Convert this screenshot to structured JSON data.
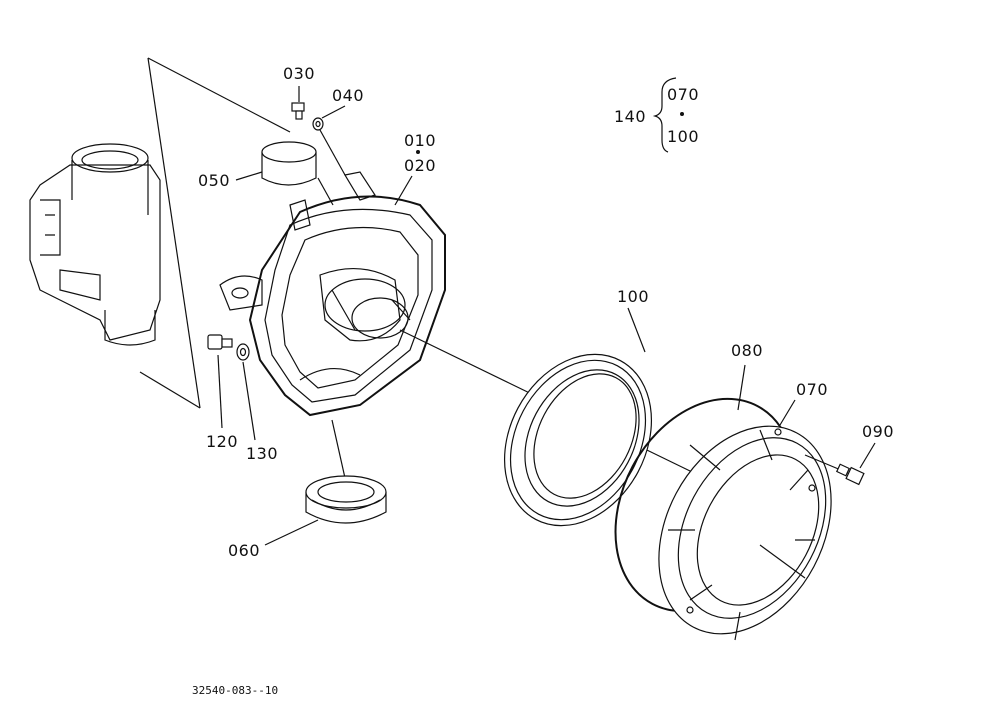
{
  "labels": {
    "p030": "030",
    "p040": "040",
    "p010": "010",
    "p020": "020",
    "p050": "050",
    "p140": "140",
    "p140_a": "070",
    "p140_b": "100",
    "p100": "100",
    "p080": "080",
    "p070": "070",
    "p090": "090",
    "p120": "120",
    "p130": "130",
    "p060": "060"
  },
  "drawing_number": "32540-083--10"
}
